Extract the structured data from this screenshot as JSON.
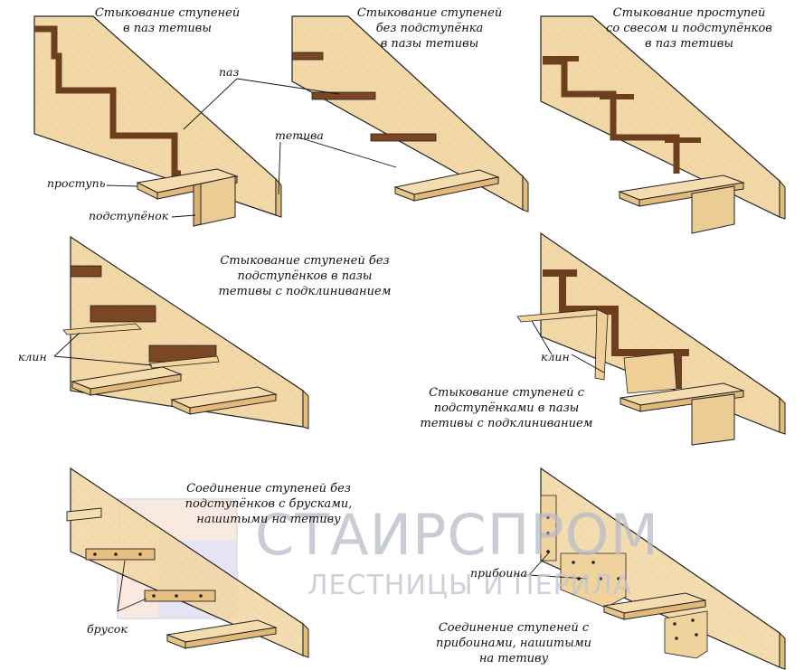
{
  "captions": {
    "p1": "Стыкование ступеней\nв паз тетивы",
    "p2": "Стыкование ступеней\nбез подступёнка\nв пазы тетивы",
    "p3": "Стыкование проступей\nсо свесом и подступёнков\nв паз тетивы",
    "p4": "Стыкование ступеней без\nподступёнков в пазы\nтетивы с подклиниванием",
    "p5": "Стыкование ступеней с\nподступёнками в пазы\nтетивы с подклиниванием",
    "p6": "Соединение ступеней без\nподступёнков с брусками,\nнашитыми на тетиву",
    "p7": "Соединение ступеней с\nприбоинами, нашитыми\nна тетиву"
  },
  "labels": {
    "groove": "паз",
    "stringer": "тетива",
    "tread": "проступь",
    "riser": "подступёнок",
    "wedge": "клин",
    "batten": "брусок",
    "cleat": "прибоина"
  },
  "watermark": {
    "brand": "СТАИРСПРОМ",
    "tagline": "ЛЕСТНИЦЫ И ПЕРИЛА"
  }
}
